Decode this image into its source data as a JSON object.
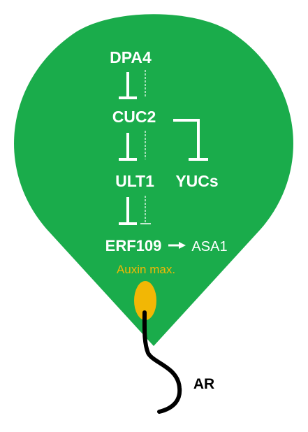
{
  "colors": {
    "background": "#ffffff",
    "leaf": "#1aac4b",
    "foreground": "#ffffff",
    "auxin": "#f2b705",
    "root": "#000000"
  },
  "nodes": {
    "dpa4": "DPA4",
    "cuc2": "CUC2",
    "ult1": "ULT1",
    "yucs": "YUCs",
    "erf109": "ERF109",
    "asa1": "ASA1"
  },
  "labels": {
    "auxin_max": "Auxin max.",
    "ar": "AR"
  }
}
